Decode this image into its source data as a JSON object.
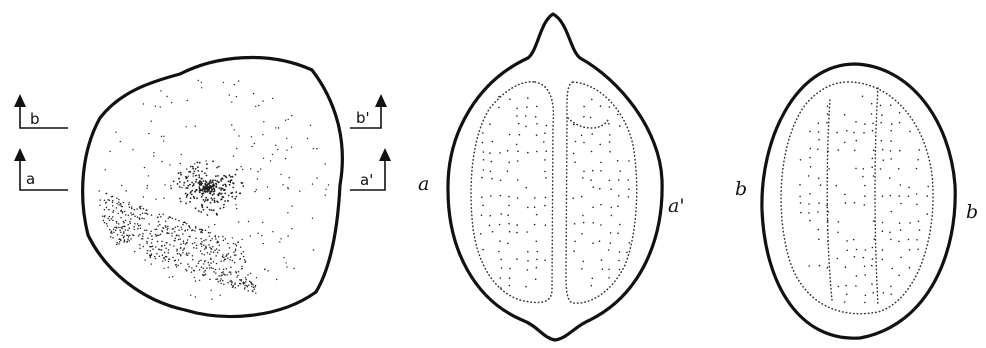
{
  "figure": {
    "panel_1": {
      "section_markers": {
        "b": "b",
        "a": "a",
        "b_prime": "b'",
        "a_prime": "a'"
      }
    },
    "panel_2": {
      "left_label": "a",
      "right_label": "a'"
    },
    "panel_3": {
      "left_label": "b",
      "right_label": "b"
    },
    "colors": {
      "ink": "#111111",
      "paper": "#ffffff"
    }
  }
}
